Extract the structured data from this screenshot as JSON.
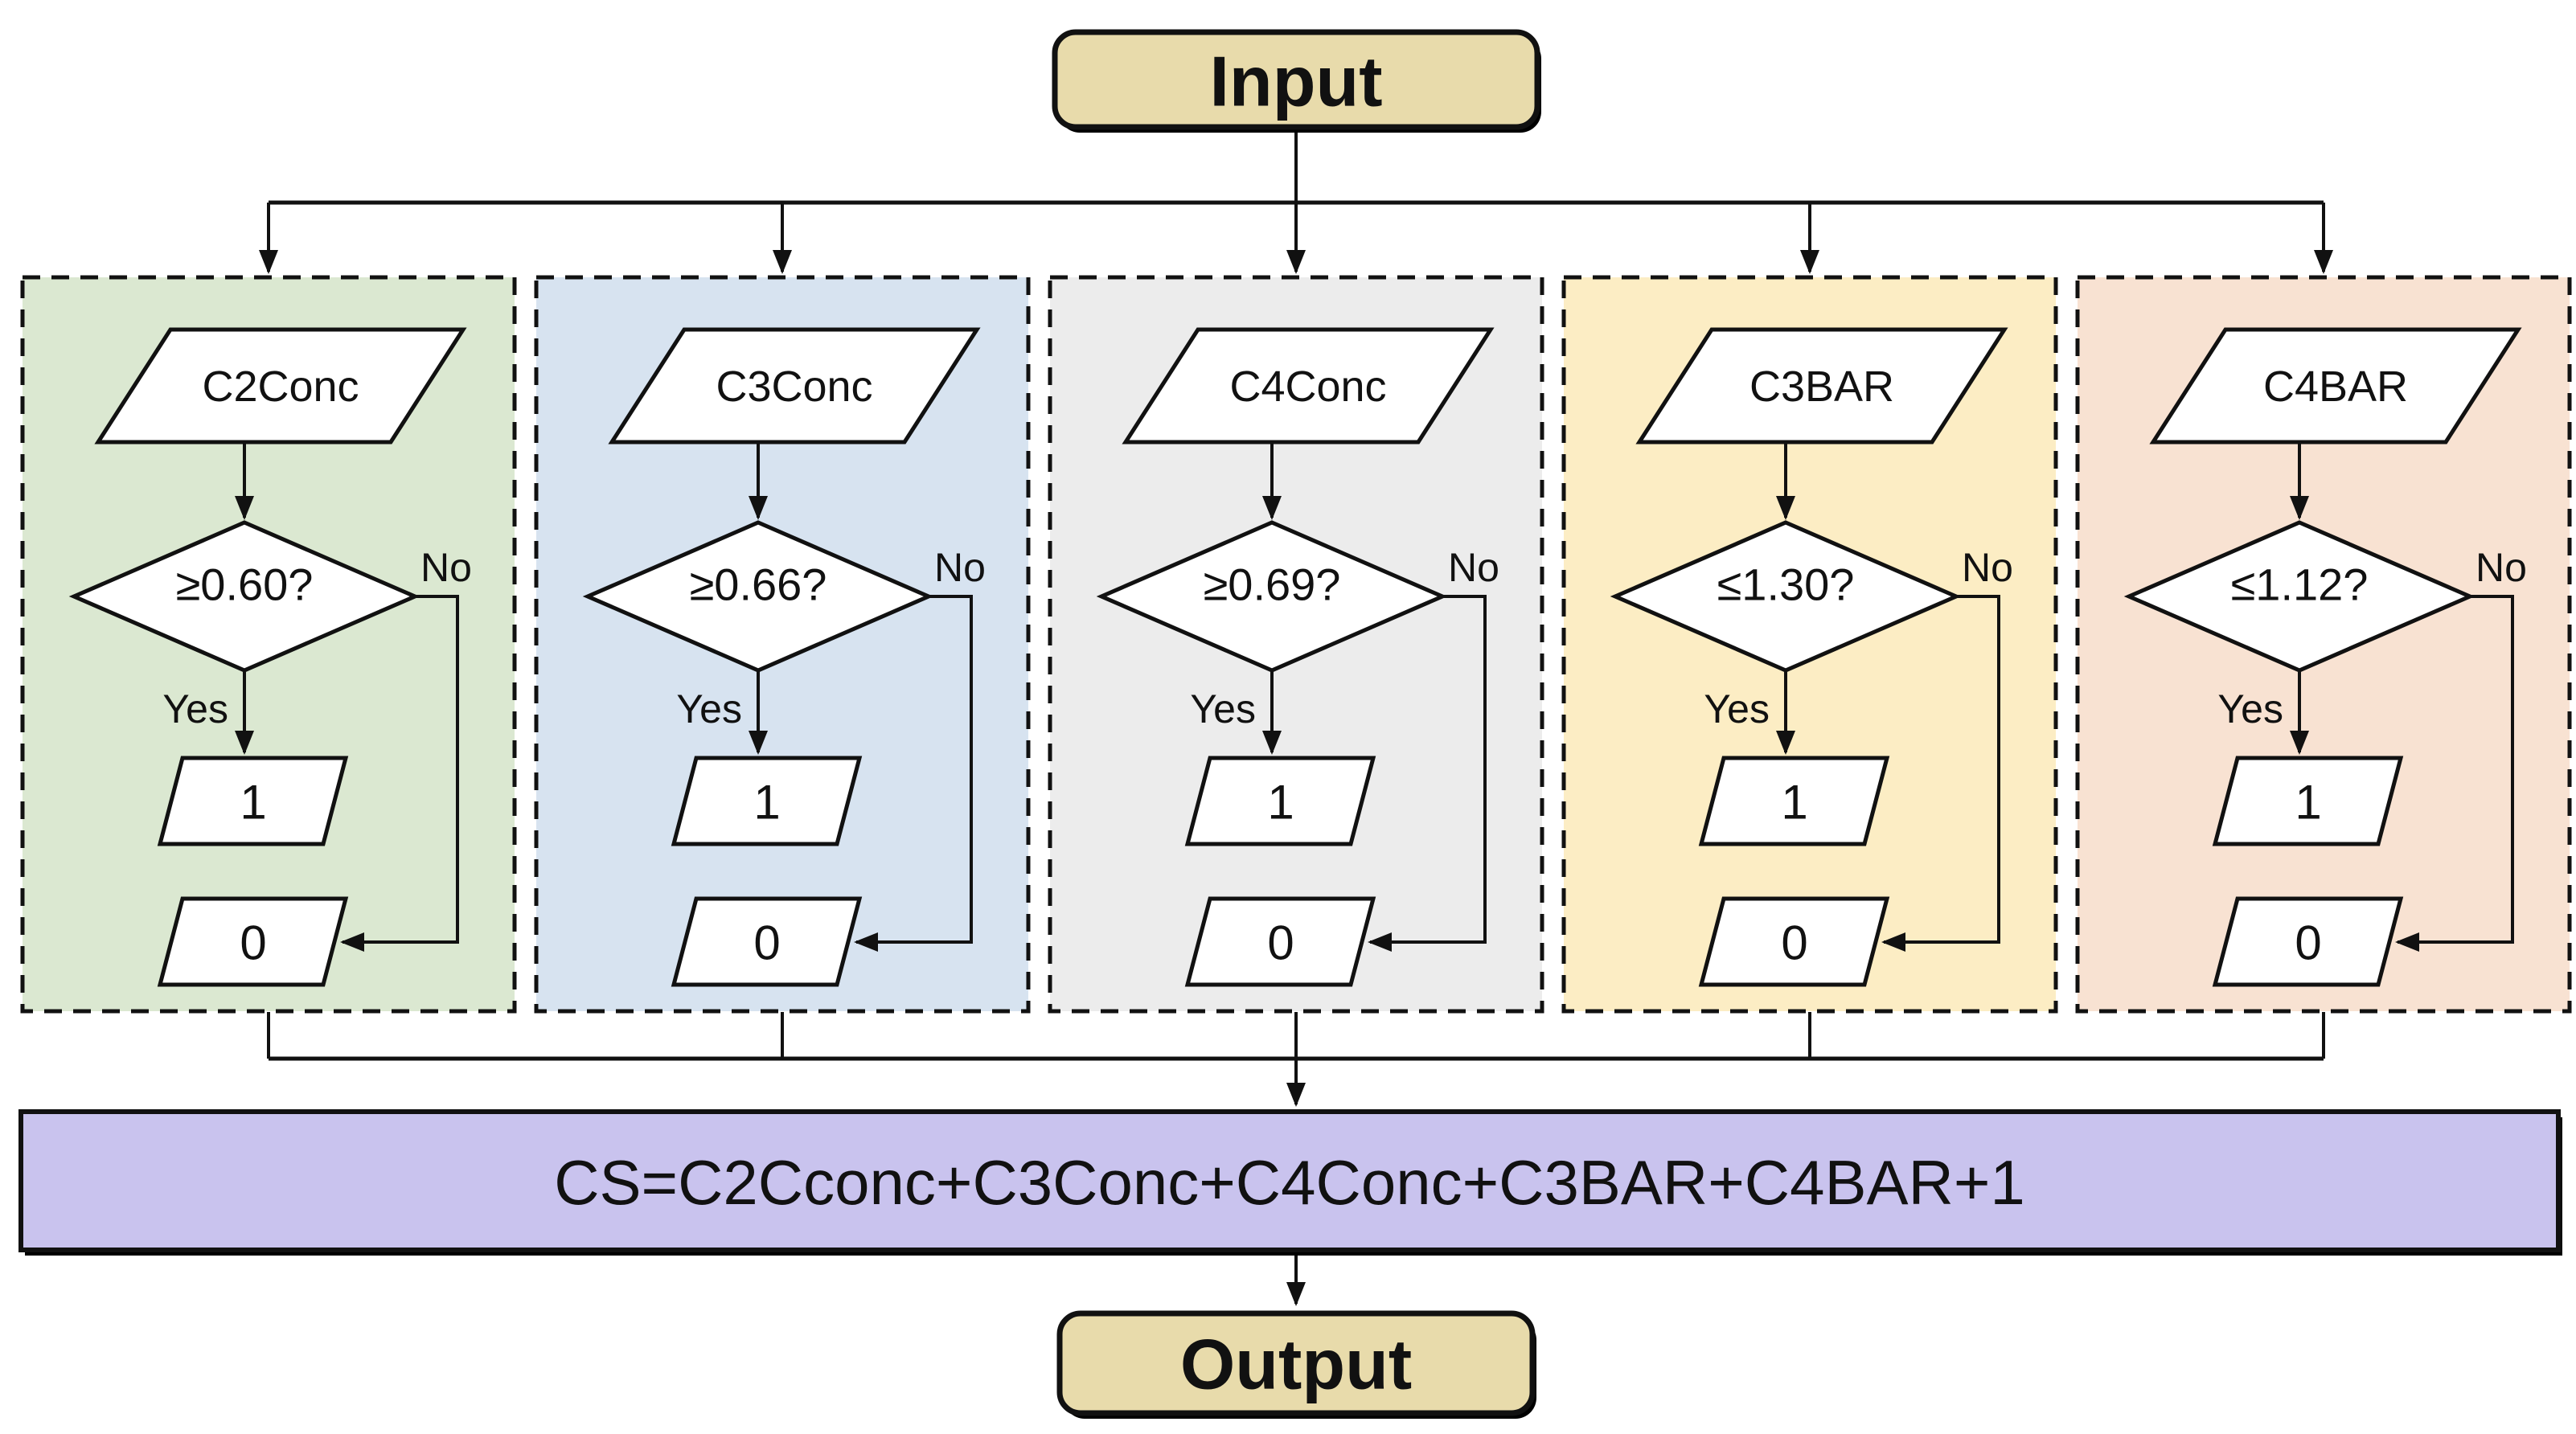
{
  "input_terminal": {
    "label": "Input"
  },
  "output_terminal": {
    "label": "Output"
  },
  "formula_box": {
    "text": "CS=C2Cconc+C3Conc+C4Conc+C3BAR+C4BAR+1"
  },
  "colors": {
    "terminal_fill": "#e8dbab",
    "formula_fill": "#c9c3ee",
    "line_stroke": "#111111",
    "node_fill": "#ffffff"
  },
  "branches": [
    {
      "input_label": "C2Conc",
      "condition": "≥0.60?",
      "yes_label": "Yes",
      "no_label": "No",
      "yes_value": "1",
      "no_value": "0",
      "panel_color": "#dbe8d1"
    },
    {
      "input_label": "C3Conc",
      "condition": "≥0.66?",
      "yes_label": "Yes",
      "no_label": "No",
      "yes_value": "1",
      "no_value": "0",
      "panel_color": "#d7e3f0"
    },
    {
      "input_label": "C4Conc",
      "condition": "≥0.69?",
      "yes_label": "Yes",
      "no_label": "No",
      "yes_value": "1",
      "no_value": "0",
      "panel_color": "#ececec"
    },
    {
      "input_label": "C3BAR",
      "condition": "≤1.30?",
      "yes_label": "Yes",
      "no_label": "No",
      "yes_value": "1",
      "no_value": "0",
      "panel_color": "#fcedc4"
    },
    {
      "input_label": "C4BAR",
      "condition": "≤1.12?",
      "yes_label": "Yes",
      "no_label": "No",
      "yes_value": "1",
      "no_value": "0",
      "panel_color": "#f8e2d2"
    }
  ]
}
